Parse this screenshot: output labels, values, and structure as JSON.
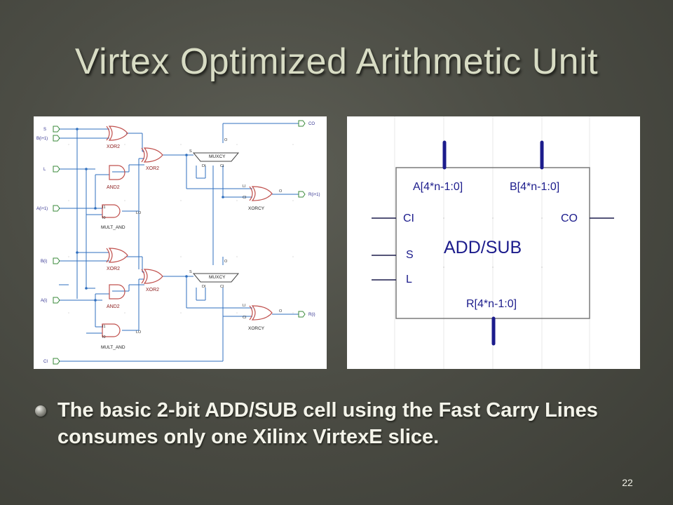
{
  "slide": {
    "title": "Virtex Optimized Arithmetic Unit",
    "bullet": "The basic 2-bit ADD/SUB cell using the Fast Carry Lines consumes only one Xilinx VirtexE slice.",
    "page_number": "22"
  },
  "schematic": {
    "ports": {
      "s": "S",
      "b_i1": "B(i+1)",
      "l": "L",
      "a_i1": "A(i+1)",
      "b_i": "B(i)",
      "a_i": "A(i)",
      "ci": "CI",
      "co": "CO",
      "r_i1": "R(i+1)",
      "r_i": "R(i)"
    },
    "gates": {
      "xor2": "XOR2",
      "and2": "AND2",
      "mult_and": "MULT_AND",
      "muxcy": "MUXCY",
      "xorcy": "XORCY"
    },
    "pins": {
      "i1": "I1",
      "i0": "I0",
      "lo": "LO",
      "s": "S",
      "o": "O",
      "di": "DI",
      "ci": "CI",
      "li": "LI"
    }
  },
  "block": {
    "name": "ADD/SUB",
    "in_a": "A[4*n-1:0]",
    "in_b": "B[4*n-1:0]",
    "out_r": "R[4*n-1:0]",
    "ci": "CI",
    "co": "CO",
    "s": "S",
    "l": "L"
  },
  "colors": {
    "gate_red": "#c0504d",
    "wire_blue": "#2f6fbf",
    "port_green": "#3a8a3a",
    "bus_navy": "#1c1c8c"
  }
}
